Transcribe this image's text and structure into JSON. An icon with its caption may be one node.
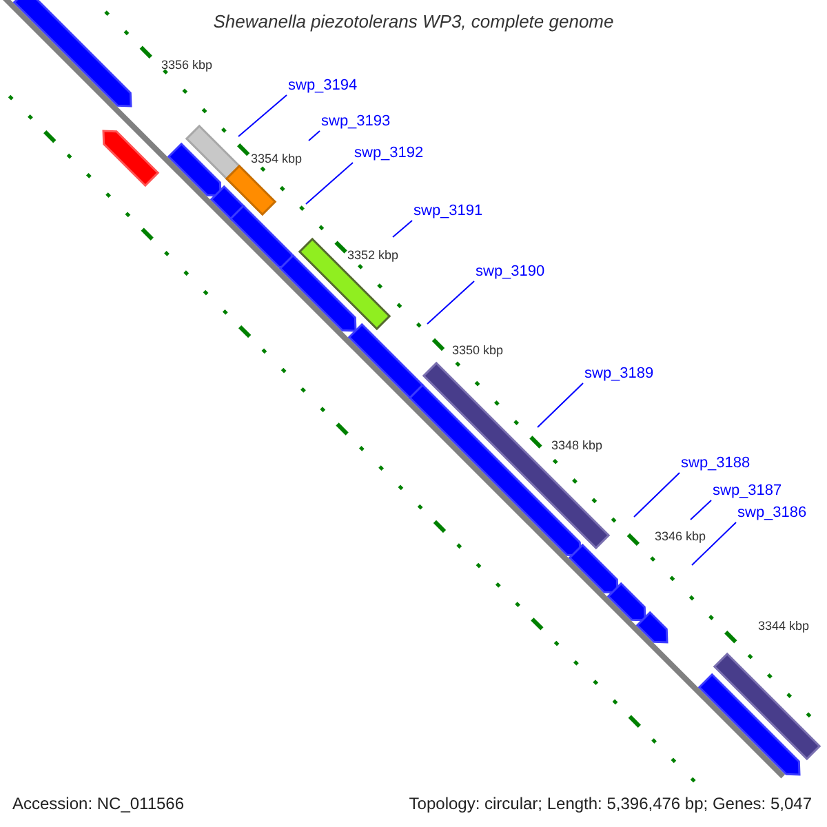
{
  "diagram": {
    "title": "Shewanella piezotolerans WP3, complete genome",
    "nodes": [
      {
        "text": [
          "swp_3194"
        ]
      },
      {
        "text": [
          "swp_3193"
        ]
      },
      {
        "text": [
          "swp_3192"
        ]
      },
      {
        "text": [
          "swp_3191"
        ]
      },
      {
        "text": [
          "swp_3190"
        ]
      },
      {
        "text": [
          "swp_3189"
        ]
      },
      {
        "text": [
          "swp_3188"
        ]
      },
      {
        "text": [
          "swp_3187"
        ]
      },
      {
        "text": [
          "swp_3186"
        ]
      }
    ],
    "edges": [
      {
        "from": 0,
        "to": null,
        "arrow": "none"
      },
      {
        "from": 1,
        "to": null,
        "arrow": "none"
      },
      {
        "from": 2,
        "to": null,
        "arrow": "none"
      },
      {
        "from": 3,
        "to": null,
        "arrow": "none"
      },
      {
        "from": 4,
        "to": null,
        "arrow": "none"
      },
      {
        "from": 5,
        "to": null,
        "arrow": "none"
      },
      {
        "from": 6,
        "to": null,
        "arrow": "none"
      },
      {
        "from": 7,
        "to": null,
        "arrow": "none"
      },
      {
        "from": 8,
        "to": null,
        "arrow": "none"
      }
    ],
    "labels": [
      "3356 kbp",
      "3354 kbp",
      "3352 kbp",
      "3350 kbp",
      "3348 kbp",
      "3346 kbp",
      "3344 kbp",
      "Accession: NC_011566",
      "Topology: circular; Length: 5,396,476 bp; Genes: 5,047"
    ]
  }
}
